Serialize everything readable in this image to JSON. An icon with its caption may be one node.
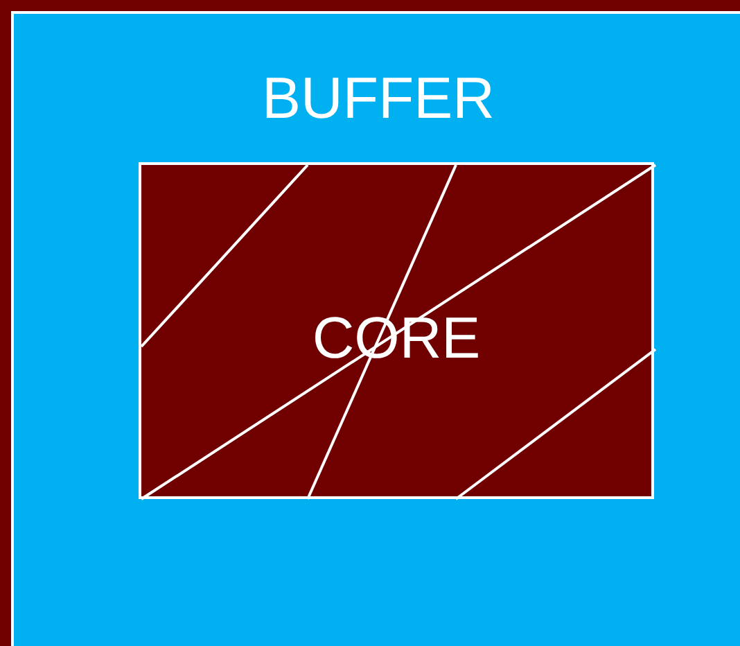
{
  "diagram": {
    "nodes": [
      {
        "text": [
          "BUFFER"
        ]
      },
      {
        "text": [
          "CORE"
        ],
        "in": 0
      }
    ]
  }
}
